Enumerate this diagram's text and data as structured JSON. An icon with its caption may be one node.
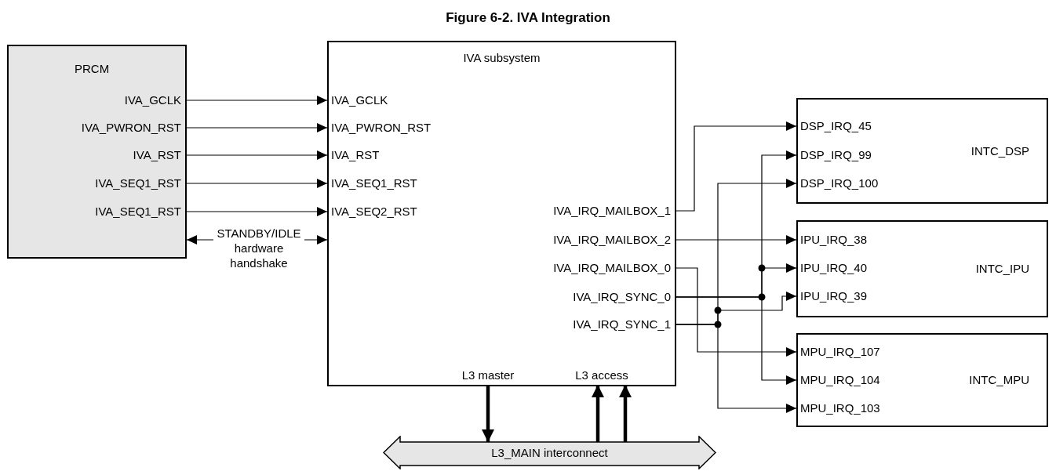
{
  "diagram": {
    "title": "Figure 6-2. IVA Integration",
    "nodes": [
      {
        "text": [
          "PRCM"
        ]
      },
      {
        "text": [
          "IVA_GCLK"
        ],
        "in": 0
      },
      {
        "text": [
          "IVA_PWRON_RST"
        ],
        "in": 0
      },
      {
        "text": [
          "IVA_RST"
        ],
        "in": 0
      },
      {
        "text": [
          "IVA_SEQ1_RST"
        ],
        "in": 0
      },
      {
        "text": [
          "IVA_SEQ1_RST"
        ],
        "in": 0
      },
      {
        "text": [
          "IVA subsystem"
        ]
      },
      {
        "text": [
          "IVA_GCLK"
        ],
        "in": 6
      },
      {
        "text": [
          "IVA_PWRON_RST"
        ],
        "in": 6
      },
      {
        "text": [
          "IVA_RST"
        ],
        "in": 6
      },
      {
        "text": [
          "IVA_SEQ1_RST"
        ],
        "in": 6
      },
      {
        "text": [
          "IVA_SEQ2_RST"
        ],
        "in": 6
      },
      {
        "text": [
          "IVA_IRQ_MAILBOX_1"
        ],
        "in": 6
      },
      {
        "text": [
          "IVA_IRQ_MAILBOX_2"
        ],
        "in": 6
      },
      {
        "text": [
          "IVA_IRQ_MAILBOX_0"
        ],
        "in": 6
      },
      {
        "text": [
          "IVA_IRQ_SYNC_0"
        ],
        "in": 6
      },
      {
        "text": [
          "IVA_IRQ_SYNC_1"
        ],
        "in": 6
      },
      {
        "text": [
          "L3 master"
        ],
        "in": 6
      },
      {
        "text": [
          "L3 access"
        ],
        "in": 6
      },
      {
        "text": [
          "INTC_DSP"
        ]
      },
      {
        "text": [
          "DSP_IRQ_45"
        ],
        "in": 19
      },
      {
        "text": [
          "DSP_IRQ_99"
        ],
        "in": 19
      },
      {
        "text": [
          "DSP_IRQ_100"
        ],
        "in": 19
      },
      {
        "text": [
          "INTC_IPU"
        ]
      },
      {
        "text": [
          "IPU_IRQ_38"
        ],
        "in": 23
      },
      {
        "text": [
          "IPU_IRQ_40"
        ],
        "in": 23
      },
      {
        "text": [
          "IPU_IRQ_39"
        ],
        "in": 23
      },
      {
        "text": [
          "INTC_MPU"
        ]
      },
      {
        "text": [
          "MPU_IRQ_107"
        ],
        "in": 27
      },
      {
        "text": [
          "MPU_IRQ_104"
        ],
        "in": 27
      },
      {
        "text": [
          "MPU_IRQ_103"
        ],
        "in": 27
      },
      {
        "text": [
          "L3_MAIN interconnect"
        ]
      }
    ],
    "edges": [
      {
        "from": 1,
        "to": 7,
        "arrow": "to"
      },
      {
        "from": 2,
        "to": 8,
        "arrow": "to"
      },
      {
        "from": 3,
        "to": 9,
        "arrow": "to"
      },
      {
        "from": 4,
        "to": 10,
        "arrow": "to"
      },
      {
        "from": 5,
        "to": 11,
        "arrow": "to"
      },
      {
        "from": 0,
        "to": 6,
        "arrow": "both",
        "label": "STANDBY/IDLE hardware handshake"
      },
      {
        "from": 12,
        "to": 20,
        "arrow": "to"
      },
      {
        "from": 13,
        "to": 24,
        "arrow": "to"
      },
      {
        "from": 14,
        "to": 28,
        "arrow": "to"
      },
      {
        "from": 15,
        "to": 21,
        "arrow": "to"
      },
      {
        "from": 15,
        "to": 25,
        "arrow": "to"
      },
      {
        "from": 15,
        "to": 29,
        "arrow": "to"
      },
      {
        "from": 16,
        "to": 22,
        "arrow": "to"
      },
      {
        "from": 16,
        "to": 26,
        "arrow": "to"
      },
      {
        "from": 16,
        "to": 30,
        "arrow": "to"
      },
      {
        "from": 17,
        "to": 31,
        "arrow": "to",
        "style": "thick"
      },
      {
        "from": 31,
        "to": 18,
        "arrow": "to",
        "style": "thick"
      },
      {
        "from": 31,
        "to": 18,
        "arrow": "to",
        "style": "thick"
      }
    ]
  }
}
